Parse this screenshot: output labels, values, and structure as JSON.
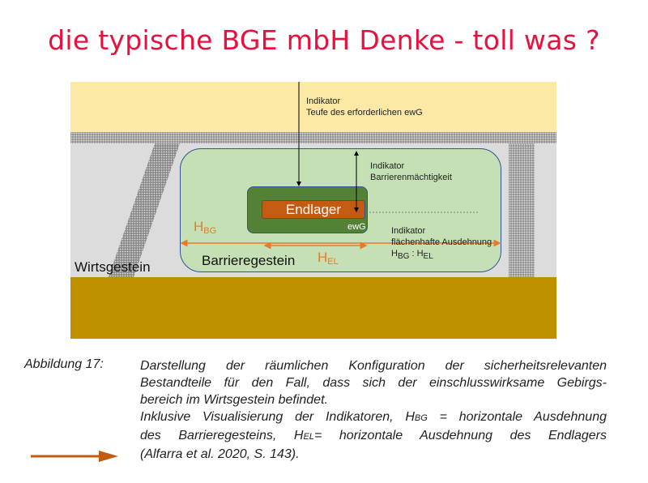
{
  "slide_title": "die typische BGE mbH Denke - toll was ?",
  "diagram": {
    "indicator_depth": [
      "Indikator",
      "Teufe des erforderlichen ewG"
    ],
    "indicator_barrier": [
      "Indikator",
      "Barrierenmächtigkeit"
    ],
    "indicator_area": [
      "Indikator",
      "flächenhafte Ausdehnung"
    ],
    "ratio": {
      "h1": "H",
      "s1": "BG",
      "sep": " : ",
      "h2": "H",
      "s2": "EL"
    },
    "endlager": "Endlager",
    "ewg": "ewG",
    "hbg": {
      "h": "H",
      "sub": "BG"
    },
    "hel": {
      "h": "H",
      "sub": "EL"
    },
    "barrieregestein": "Barrieregestein",
    "wirtsgestein": "Wirtsgestein"
  },
  "caption": {
    "label": "Abbildung 17:",
    "lines": [
      "Darstellung der räumlichen Konfiguration der sicherheitsrelevanten",
      "Bestandteile für den Fall, dass sich der einschlusswirksame Gebirgs-",
      "bereich im Wirtsgestein befindet."
    ],
    "line4_pre": "Inklusive Visualisierung der Indikatoren, H",
    "line4_sub": "BG",
    "line4_post": " = horizontale Ausdehnung",
    "line5_pre": "des Barrieregesteins, H",
    "line5_sub": "EL",
    "line5_post": "= horizontale Ausdehnung des Endlagers",
    "line6": "(Alfarra et al. 2020, S. 143)."
  },
  "colors": {
    "title": "#e8103c",
    "arrow": "#c55a11",
    "orange": "#e87a2e"
  }
}
